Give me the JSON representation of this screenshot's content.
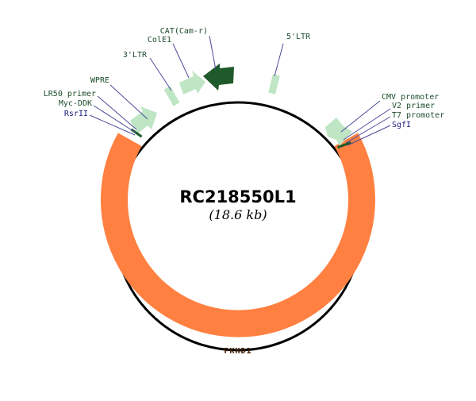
{
  "plasmid": {
    "name": "RC218550L1",
    "size": "(18.6 kb)"
  },
  "colors": {
    "backbone": "#000000",
    "insert": "#ff8040",
    "feature_light": "#bfe6c4",
    "feature_dark": "#1f5a2a",
    "label_green": "#1d4d2c",
    "label_blue": "#1a1a7a",
    "leader_line": "#4a4a9a"
  },
  "insert": {
    "label": "PKHD1"
  },
  "labels_left": [
    {
      "id": "wpre",
      "text": "WPRE",
      "color": "#1d4d2c"
    },
    {
      "id": "lr50",
      "text": "LR50 primer",
      "color": "#1d4d2c"
    },
    {
      "id": "myc",
      "text": "Myc-DDK",
      "color": "#1d4d2c"
    },
    {
      "id": "rsrii",
      "text": "RsrII",
      "color": "#1a1a7a"
    },
    {
      "id": "ltr3",
      "text": "3'LTR",
      "color": "#1d4d2c"
    },
    {
      "id": "cole1",
      "text": "ColE1",
      "color": "#1d4d2c"
    },
    {
      "id": "cat",
      "text": "CAT(Cam-r)",
      "color": "#1d4d2c"
    }
  ],
  "labels_right": [
    {
      "id": "ltr5",
      "text": "5'LTR",
      "color": "#1d4d2c"
    },
    {
      "id": "cmv",
      "text": "CMV promoter",
      "color": "#1d4d2c"
    },
    {
      "id": "v2",
      "text": "V2 primer",
      "color": "#1d4d2c"
    },
    {
      "id": "t7",
      "text": "T7 promoter",
      "color": "#1d4d2c"
    },
    {
      "id": "sgfi",
      "text": "SgfI",
      "color": "#1a1a7a"
    }
  ]
}
